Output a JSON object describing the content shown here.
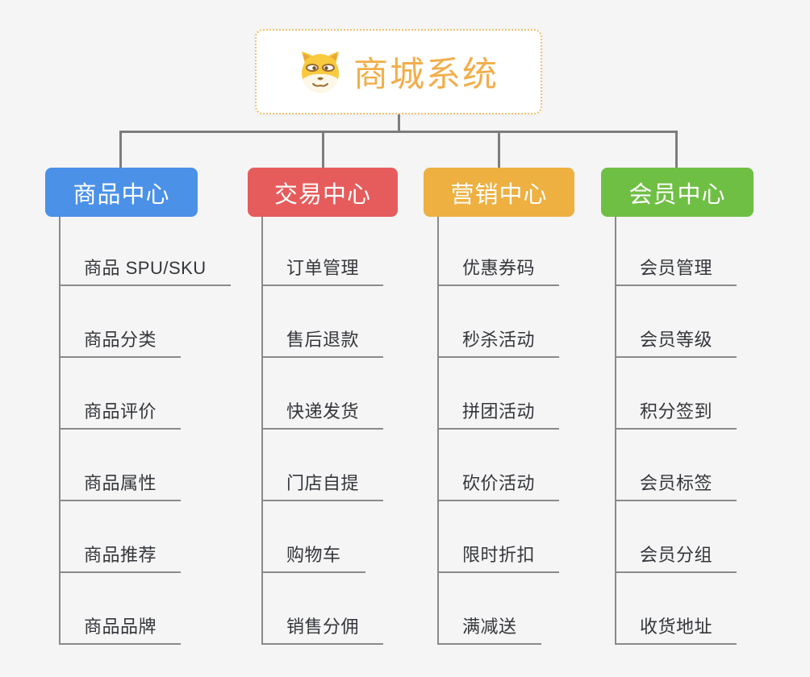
{
  "root": {
    "title": "商城系统",
    "title_color": "#f2ae4b",
    "border_color": "#f3be6b",
    "icon": "doge-icon"
  },
  "connector_color": "#7d7d7d",
  "background_color": "#f5f5f5",
  "branches": [
    {
      "label": "商品中心",
      "color": "#4b91e8",
      "items": [
        "商品 SPU/SKU",
        "商品分类",
        "商品评价",
        "商品属性",
        "商品推荐",
        "商品品牌"
      ]
    },
    {
      "label": "交易中心",
      "color": "#e65c5c",
      "items": [
        "订单管理",
        "售后退款",
        "快递发货",
        "门店自提",
        "购物车",
        "销售分佣"
      ]
    },
    {
      "label": "营销中心",
      "color": "#edb041",
      "items": [
        "优惠券码",
        "秒杀活动",
        "拼团活动",
        "砍价活动",
        "限时折扣",
        "满减送"
      ]
    },
    {
      "label": "会员中心",
      "color": "#6fbf44",
      "items": [
        "会员管理",
        "会员等级",
        "积分签到",
        "会员标签",
        "会员分组",
        "收货地址"
      ]
    }
  ]
}
